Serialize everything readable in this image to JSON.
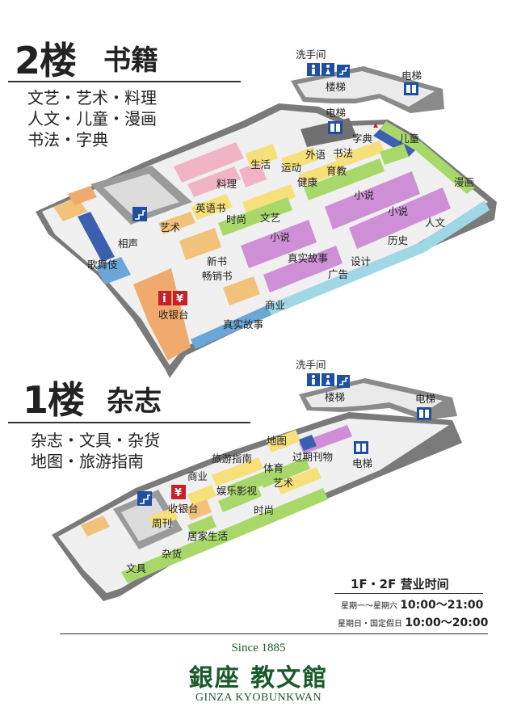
{
  "floor2": {
    "number": "2楼",
    "category": "书籍",
    "genres": [
      "文艺・艺术・料理",
      "人文・儿童・漫画",
      "书法・字典"
    ],
    "labels": {
      "restroom": "洗手间",
      "stairs": "楼梯",
      "elevator_right": "电梯",
      "elevator_mid": "电梯",
      "dictionary": "字典",
      "children": "儿童",
      "foreign_language": "外语",
      "calligraphy": "书法",
      "manga": "漫画",
      "education": "育教",
      "sports": "运动",
      "life": "生活",
      "cooking": "料理",
      "health": "健康",
      "english_books": "英语书",
      "art": "艺术",
      "fashion": "时尚",
      "literature": "文艺",
      "novel_1": "小说",
      "novel_2": "小说",
      "novel_3": "小说",
      "humanities": "人文",
      "history": "历史",
      "photography": "相声",
      "kabuki": "歌舞伎",
      "new_books": "新书",
      "bestsellers": "畅销书",
      "nonfiction_1": "真实故事",
      "design": "设计",
      "advertising": "广告",
      "info_icon": "i",
      "cashier_icon": "¥",
      "cashier": "收银台",
      "business": "商业",
      "nonfiction_2": "真实故事"
    }
  },
  "floor1": {
    "number": "1楼",
    "category": "杂志",
    "genres": [
      "杂志・文具・杂货",
      "地图・旅游指南"
    ],
    "labels": {
      "restroom": "洗手间",
      "stairs": "楼梯",
      "elevator_right": "电梯",
      "elevator_mid": "电梯",
      "map": "地图",
      "travel_guide": "旅游指南",
      "back_issues": "过期刊物",
      "sports": "体育",
      "business": "商业",
      "art": "艺术",
      "entertainment": "娱乐影视",
      "cashier_icon": "¥",
      "cashier": "收银台",
      "fashion": "时尚",
      "weekly": "周刊",
      "home_life": "居家生活",
      "goods": "杂货",
      "stationery": "文具"
    }
  },
  "hours": {
    "title": "1F・2F 营业时间",
    "weekday_label": "星期一～星期六",
    "weekday_time": "10:00～21:00",
    "holiday_label": "星期日・国定假日",
    "holiday_time": "10:00～20:00"
  },
  "brand": {
    "since": "Since 1885",
    "name": "銀座 教文館",
    "name_en": "GINZA KYOBUNKWAN"
  },
  "colors": {
    "pink": "#f0b4c6",
    "yellow": "#f5e07a",
    "green": "#a8d86a",
    "purple": "#cf8fd6",
    "orange": "#f1aa6e",
    "sand": "#f2c27a",
    "blue": "#6aa6d8",
    "cyan": "#9fd8e4",
    "navy": "#3d5fb0",
    "grey": "#9a9a9a",
    "floor": "#f1f1f1",
    "wall": "#6e6e6e",
    "sign_blue": "#1f4fa0",
    "sign_red": "#c8202a"
  }
}
